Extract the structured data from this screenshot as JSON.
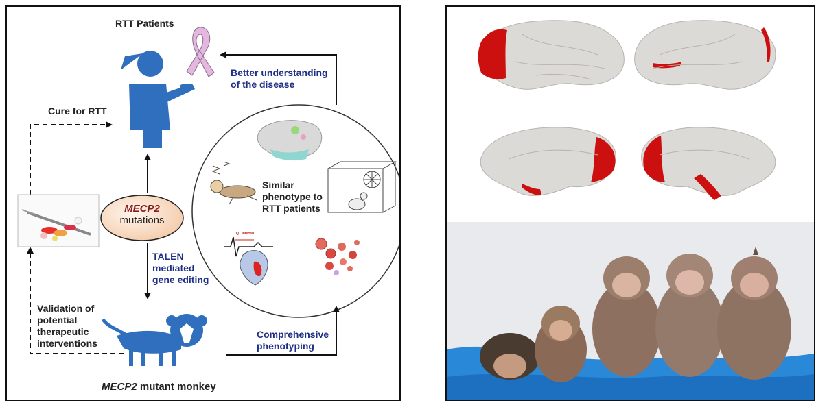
{
  "diagram": {
    "rtt_patients": "RTT Patients",
    "better_understanding": "Better understanding\nof the disease",
    "cure_for_rtt": "Cure for RTT",
    "mecp2_gene": "MECP2",
    "mutations": "mutations",
    "similar_phenotype": "Similar\nphenotype to\nRTT patients",
    "talen": "TALEN\nmediated\ngene editing",
    "validation": "Validation of\npotential\ntherapeutic\ninterventions",
    "comprehensive": "Comprehensive\nphenotyping",
    "mutant_monkey_gene": "MECP2",
    "mutant_monkey_rest": " mutant monkey",
    "qt_interval": "QT Interval"
  },
  "colors": {
    "figure_blue": "#2f6fbd",
    "text_blue": "#1f2f86",
    "ribbon_pink": "#e4b8de",
    "mecp2_red": "#8b1a1a",
    "lesion_red": "#cc1010",
    "brain_gray": "#dcdad6",
    "blanket_blue": "#2a88d8"
  },
  "icons": [
    "awareness-ribbon-icon",
    "patient-figure-icon",
    "monkey-silhouette-icon",
    "pills-syringe-icon",
    "brain-map-icon",
    "sleeping-monkey-icon",
    "monkey-cage-icon",
    "ecg-icon",
    "heart-icon",
    "blood-cells-icon"
  ]
}
